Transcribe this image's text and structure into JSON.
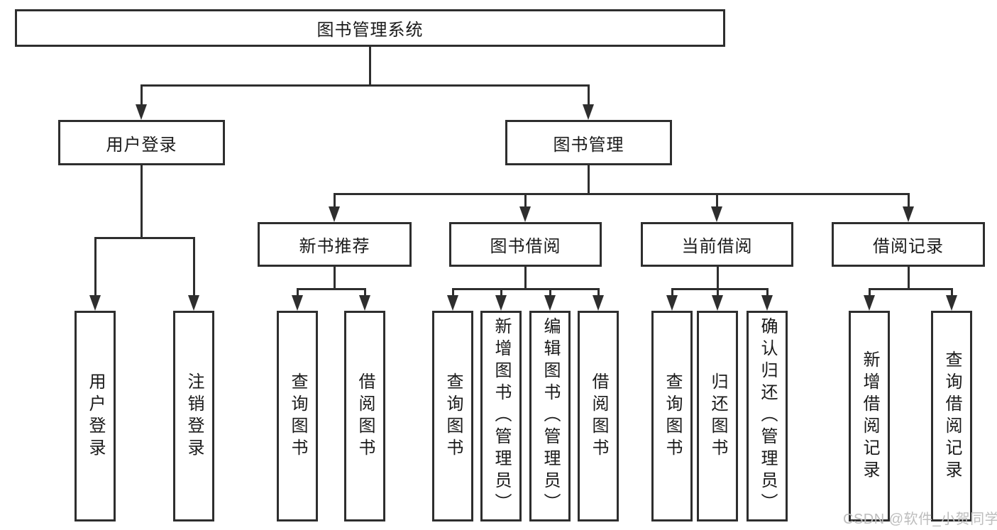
{
  "diagram": {
    "title_node": "图书管理系统",
    "level2": [
      "用户登录",
      "图书管理"
    ],
    "level3": [
      "新书推荐",
      "图书借阅",
      "当前借阅",
      "借阅记录"
    ],
    "leaves_user_login": [
      "用户登录",
      "注销登录"
    ],
    "leaves_new_book": [
      "查询图书",
      "借阅图书"
    ],
    "leaves_book_borrow": [
      "查询图书",
      "新增图书（管理员）",
      "编辑图书（管理员）",
      "借阅图书"
    ],
    "leaves_current_borrow": [
      "查询图书",
      "归还图书",
      "确认归还（管理员）"
    ],
    "leaves_borrow_record": [
      "新增借阅记录",
      "查询借阅记录"
    ]
  },
  "watermark": "CSDN @软件_小贺同学",
  "colors": {
    "line": "#2e2e2e",
    "text": "#1a1a1a",
    "watermark": "#bdbdbd",
    "background": "#ffffff"
  }
}
